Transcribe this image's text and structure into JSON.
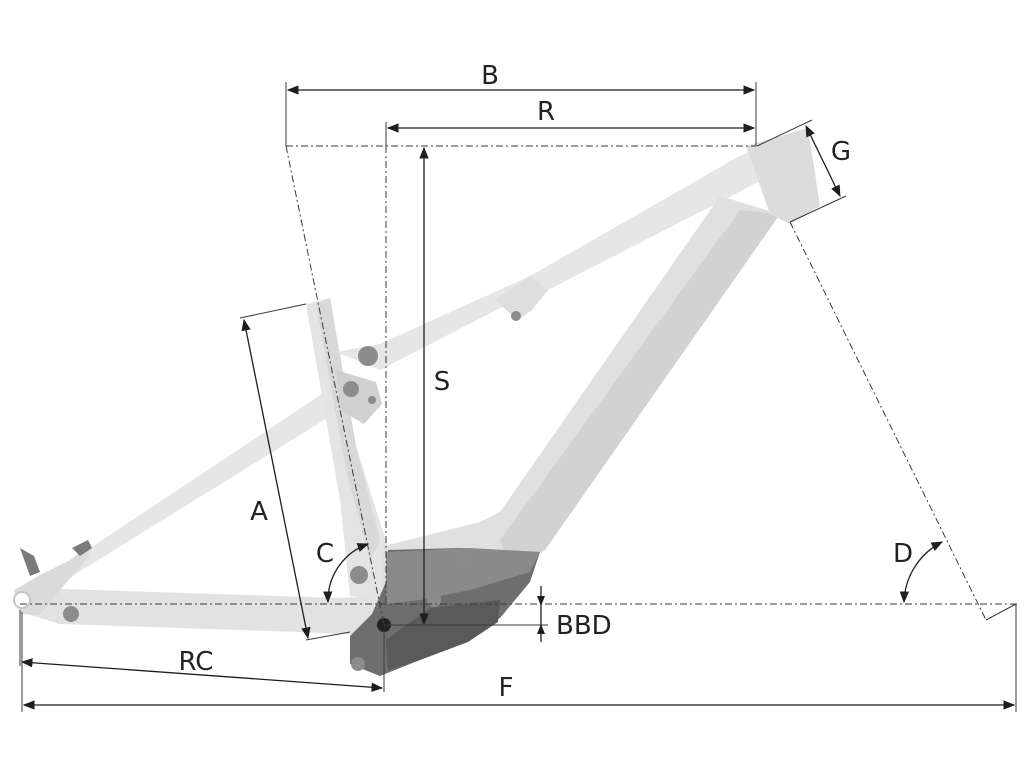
{
  "figure": {
    "colors": {
      "frame_light": "#e4e4e4",
      "frame_mid": "#d6d6d6",
      "frame_shade": "#c9c9c9",
      "motor_dark": "#707070",
      "motor_darker": "#5a5a5a",
      "hole": "#8c8c8c",
      "line": "#1e1e1e"
    },
    "labels": {
      "A": "A",
      "B": "B",
      "R": "R",
      "G": "G",
      "S": "S",
      "C": "C",
      "D": "D",
      "BBD": "BBD",
      "RC": "RC",
      "F": "F"
    }
  }
}
